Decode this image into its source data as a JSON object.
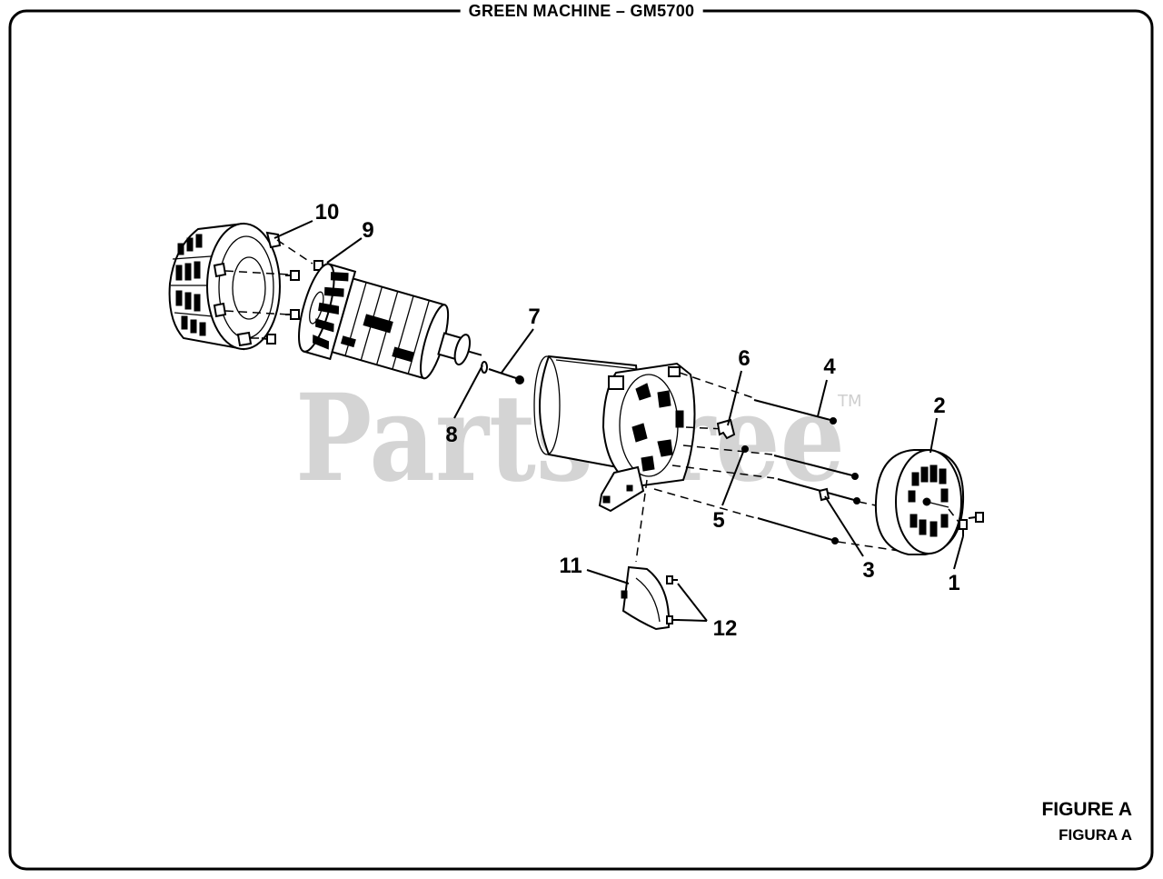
{
  "header": {
    "title": "GREEN MACHINE – GM5700"
  },
  "watermark": {
    "text": "PartsTree",
    "trademark": "TM"
  },
  "callouts": [
    "1",
    "2",
    "3",
    "4",
    "5",
    "6",
    "7",
    "8",
    "9",
    "10",
    "11",
    "12"
  ],
  "figure": {
    "label_en": "FIGURE A",
    "label_es": "FIGURA A"
  }
}
